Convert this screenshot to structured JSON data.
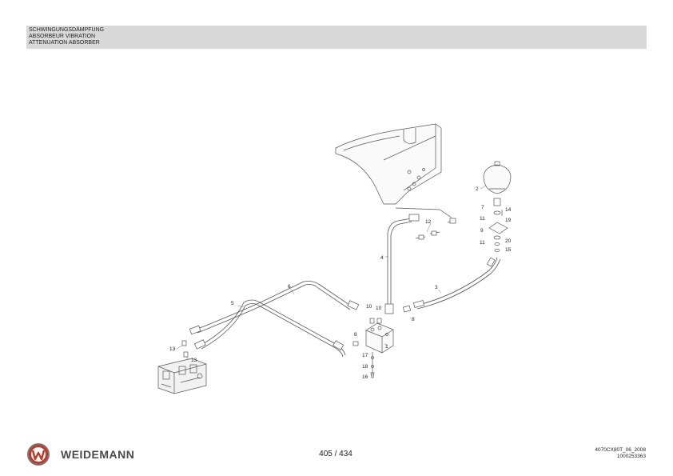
{
  "header": {
    "title_de": "SCHWINGUNGSDÄMPFUNG",
    "title_fr": "ABSORBEUR VIBRATION",
    "title_en": "ATTENUATION ABSORBER"
  },
  "callouts": {
    "c1": "1",
    "c2": "2",
    "c3": "3",
    "c4": "4",
    "c5": "5",
    "c6": "6",
    "c7": "7",
    "c8a": "8",
    "c8b": "8",
    "c9": "9",
    "c10a": "10",
    "c10b": "10",
    "c11a": "11",
    "c11b": "11",
    "c12": "12",
    "c13a": "13",
    "c13b": "13",
    "c14": "14",
    "c15": "15",
    "c16": "16",
    "c17": "17",
    "c18": "18",
    "c19": "19",
    "c20": "20"
  },
  "footer": {
    "brand": "WEIDEMANN",
    "page": "405 / 434",
    "doc_code": "4070CX80T_06_2008",
    "doc_number": "1000253363"
  },
  "colors": {
    "header_bg": "#d9d9d9",
    "brand_red": "#c0392b",
    "brand_gray": "#4a4a4a"
  }
}
